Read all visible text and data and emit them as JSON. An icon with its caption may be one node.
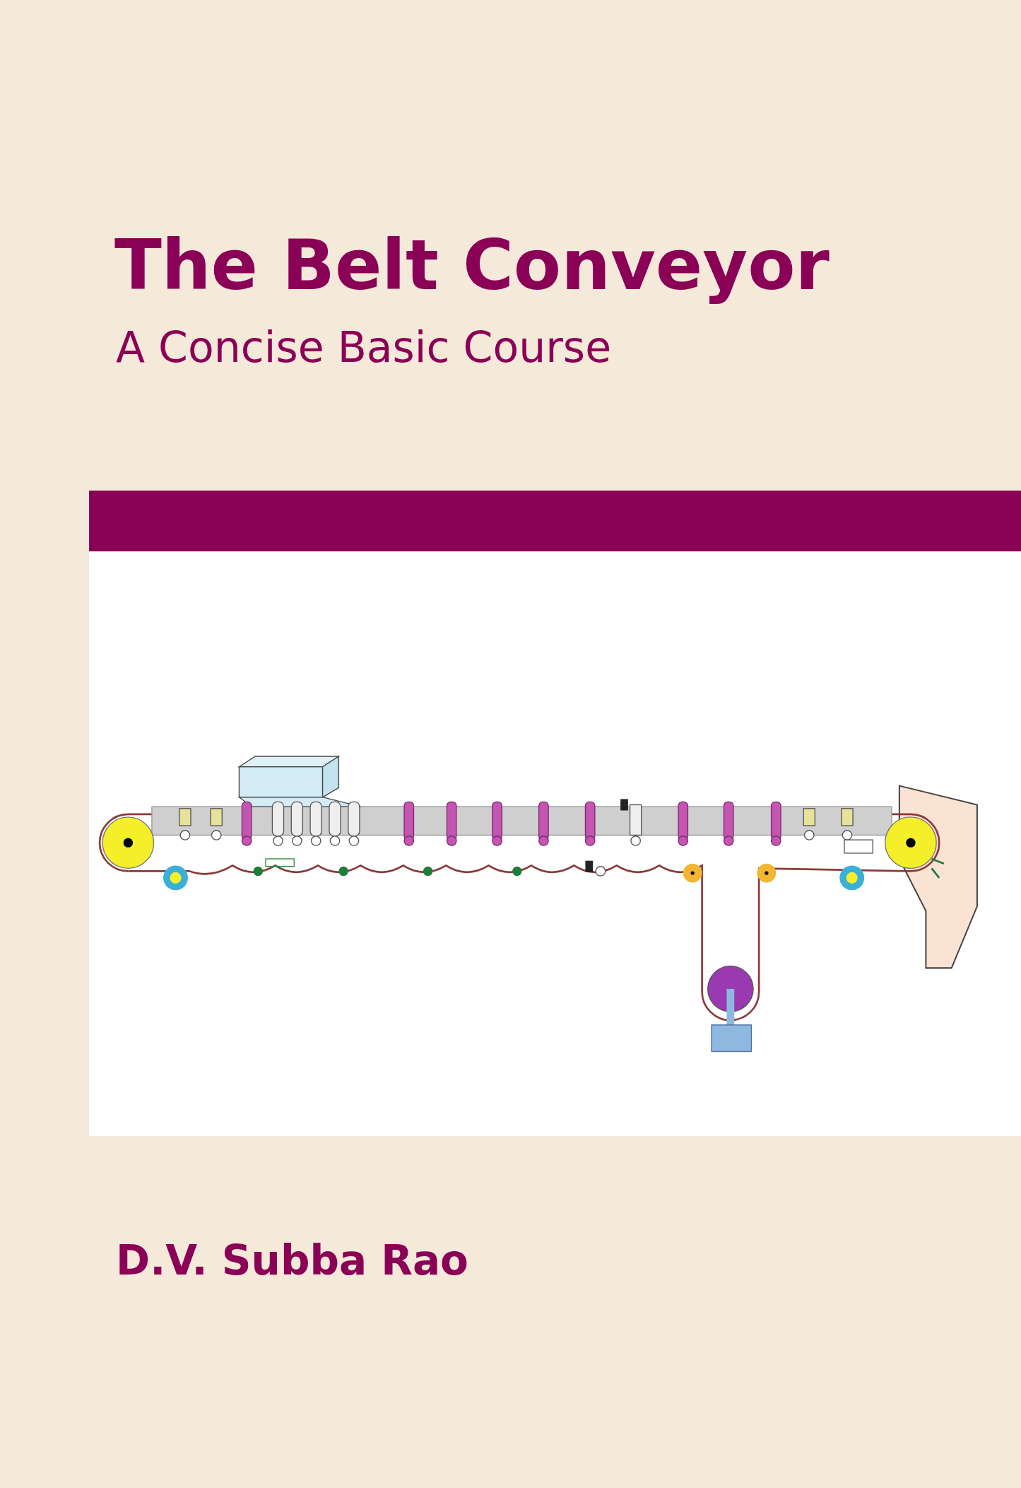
{
  "diagram": {
    "title": "The Belt Conveyor",
    "labels": [
      "A Concise Basic Course",
      "D.V. Subba Rao"
    ]
  }
}
